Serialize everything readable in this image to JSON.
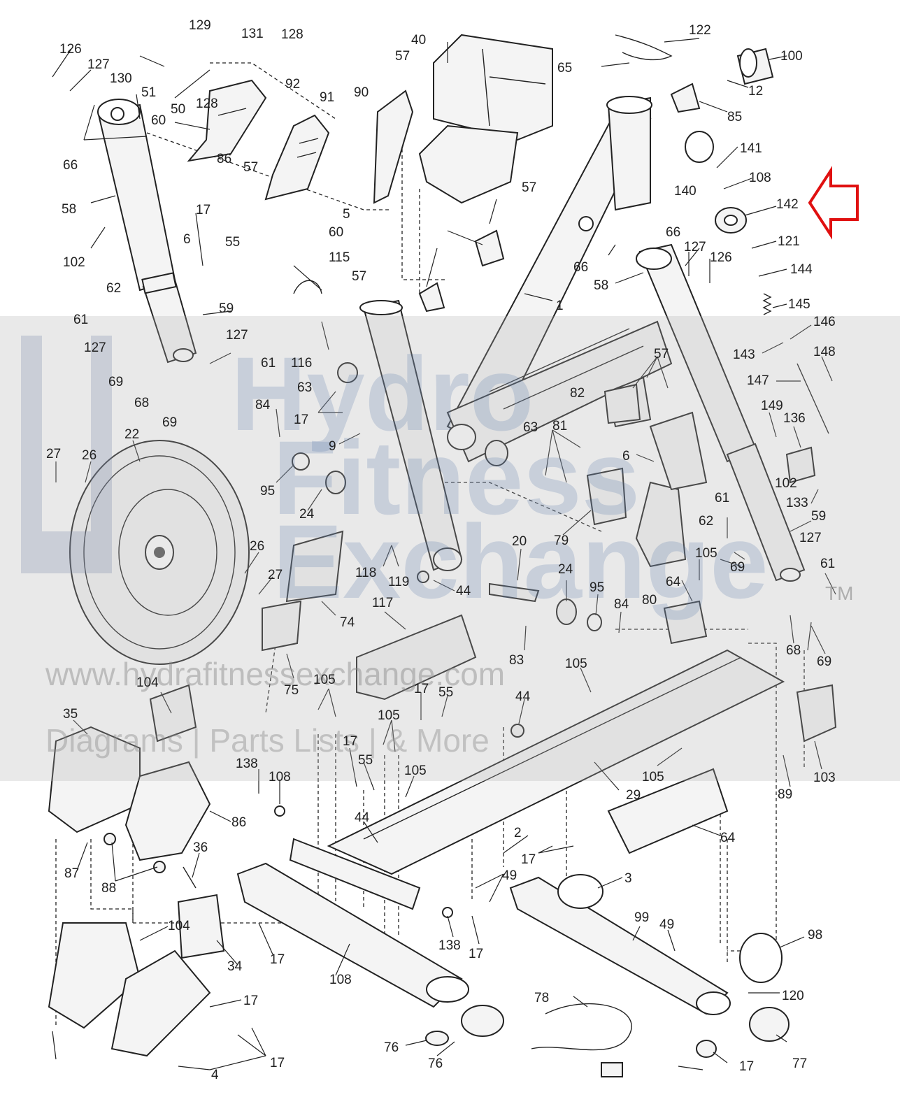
{
  "watermark": {
    "brand_line1": "Hydro",
    "brand_line2": "Fitness",
    "brand_line3": "Exchange",
    "tm": "TM",
    "url": "www.hydrafitnessexchange.com",
    "services": "Diagrams  |  Parts Lists  |  & More"
  },
  "highlight": {
    "target_part": "142",
    "arrow_color": "#e01010"
  },
  "parts": [
    "126",
    "127",
    "130",
    "129",
    "131",
    "128",
    "51",
    "50",
    "128",
    "92",
    "60",
    "86",
    "57",
    "91",
    "40",
    "57",
    "90",
    "57",
    "122",
    "65",
    "100",
    "12",
    "85",
    "66",
    "58",
    "102",
    "17",
    "55",
    "6",
    "5",
    "60",
    "115",
    "57",
    "62",
    "61",
    "127",
    "59",
    "127",
    "61",
    "116",
    "63",
    "69",
    "68",
    "69",
    "84",
    "17",
    "9",
    "95",
    "24",
    "22",
    "27",
    "26",
    "26",
    "27",
    "74",
    "75",
    "119",
    "118",
    "44",
    "20",
    "24",
    "95",
    "84",
    "83",
    "117",
    "63",
    "1",
    "66",
    "58",
    "66",
    "127",
    "126",
    "140",
    "141",
    "108",
    "142",
    "121",
    "144",
    "145",
    "146",
    "143",
    "148",
    "147",
    "149",
    "136",
    "57",
    "82",
    "81",
    "6",
    "79",
    "80",
    "62",
    "102",
    "133",
    "59",
    "61",
    "127",
    "105",
    "69",
    "64",
    "69",
    "68",
    "61",
    "104",
    "35",
    "105",
    "17",
    "55",
    "105",
    "55",
    "105",
    "138",
    "108",
    "44",
    "44",
    "17",
    "105",
    "17",
    "105",
    "2",
    "29",
    "64",
    "103",
    "89",
    "86",
    "87",
    "88",
    "36",
    "104",
    "34",
    "17",
    "17",
    "17",
    "4",
    "108",
    "138",
    "17",
    "49",
    "3",
    "99",
    "49",
    "98",
    "120",
    "78",
    "76",
    "76",
    "77",
    "17"
  ]
}
